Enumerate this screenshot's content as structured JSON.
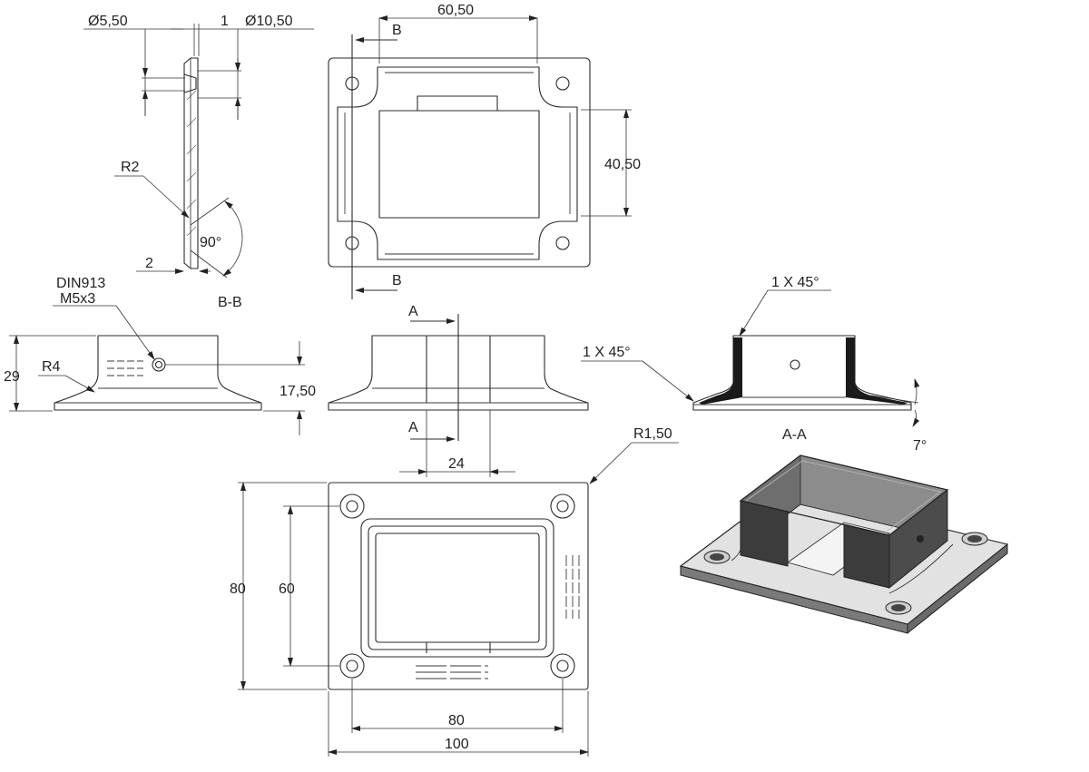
{
  "view_b_b": {
    "dia_small": "Ø5,50",
    "thick": "1",
    "dia_large": "Ø10,50",
    "radius": "R2",
    "angle": "90°",
    "plate": "2",
    "caption": "B-B"
  },
  "top_view": {
    "width": "60,50",
    "height": "40,50",
    "section_b": "B"
  },
  "front_view": {
    "screw_line1": "DIN913",
    "screw_line2": "M5x3",
    "radius": "R4",
    "height_total": "29",
    "height_hole": "17,50"
  },
  "middle_view": {
    "section_a": "A",
    "slot_width": "24"
  },
  "view_a_a": {
    "chamfer_top": "1 X 45°",
    "chamfer_bottom": "1 X 45°",
    "angle": "7°",
    "caption": "A-A"
  },
  "plan_view": {
    "corner_radius": "R1,50",
    "outer_height": "80",
    "hole_height": "60",
    "hole_width": "80",
    "outer_width": "100"
  }
}
